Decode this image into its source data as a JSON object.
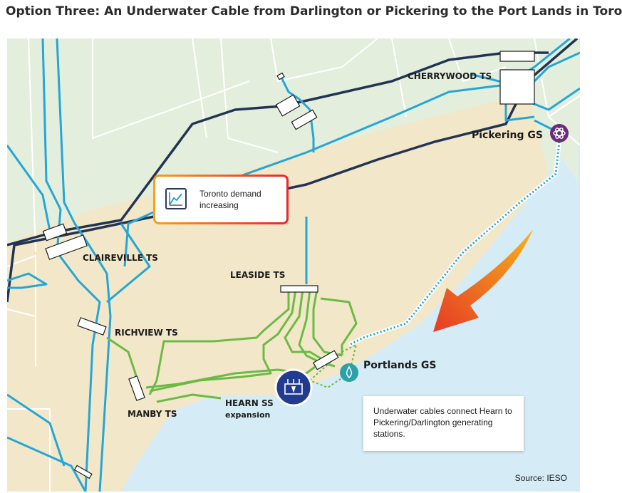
{
  "title": "Option Three: An Underwater Cable from Darlington or Pickering to the Port Lands in Toronto",
  "map": {
    "labels": {
      "cherrywood": "CHERRYWOOD TS",
      "pickering": "Pickering GS",
      "claireville": "CLAIREVILLE TS",
      "leaside": "LEASIDE TS",
      "richview": "RICHVIEW TS",
      "portlands": "Portlands GS",
      "hearn": "HEARN SS",
      "hearn_sub": "expansion",
      "manby": "MANBY TS"
    },
    "callout": {
      "text": "Toronto demand increasing",
      "icon": "trend-chart-icon"
    },
    "note": "Underwater cables connect Hearn to Pickering/Darlington generating stations.",
    "source": "Source: IESO",
    "icons": {
      "pickering": "nuclear-atom-icon",
      "portlands": "flame-drop-icon",
      "hearn": "substation-icon",
      "arrow": "direction-arrow-icon"
    },
    "colors": {
      "land_region": "#e4eedd",
      "toronto": "#f2e8c9",
      "water": "#d5ebf6",
      "dark_line": "#233453",
      "blue_line": "#24a6d6",
      "green_line": "#6cba45",
      "pickering_badge": "#6b2d77",
      "portlands_badge": "#2aa2a8",
      "hearn_badge": "#233b8f"
    }
  }
}
